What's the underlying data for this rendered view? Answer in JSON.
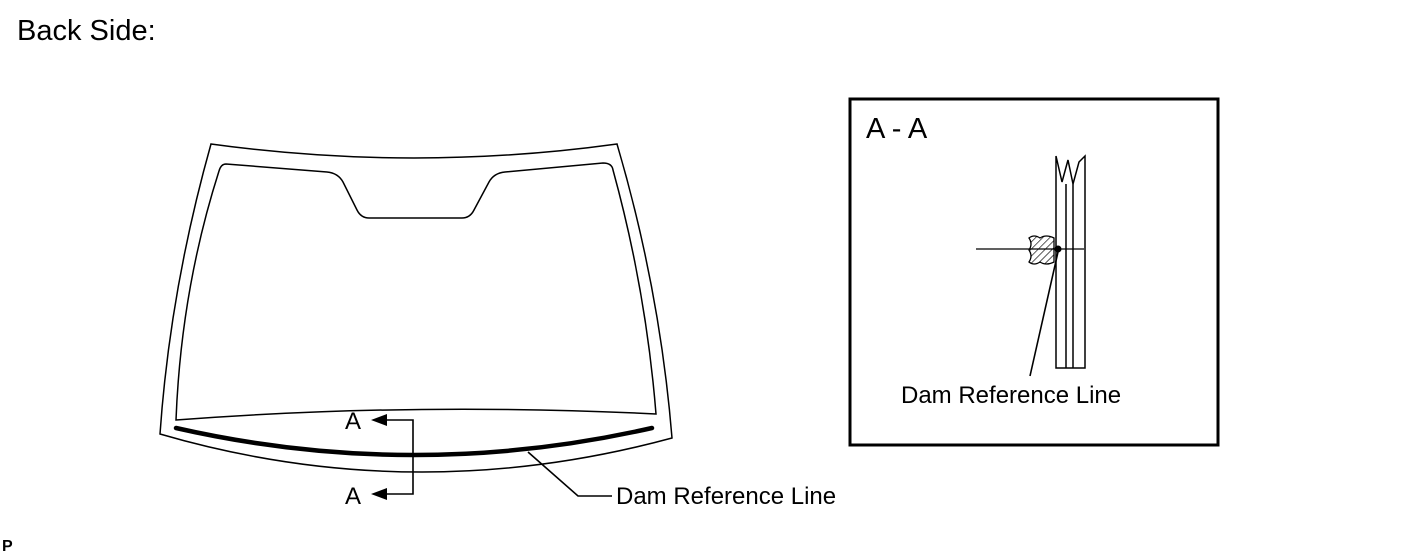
{
  "heading": "Back Side:",
  "windshield": {
    "section_marker_top": "A",
    "section_marker_bottom": "A",
    "callout_label": "Dam Reference Line"
  },
  "detail": {
    "title": "A - A",
    "callout_label": "Dam Reference Line"
  },
  "figure_code": "P"
}
